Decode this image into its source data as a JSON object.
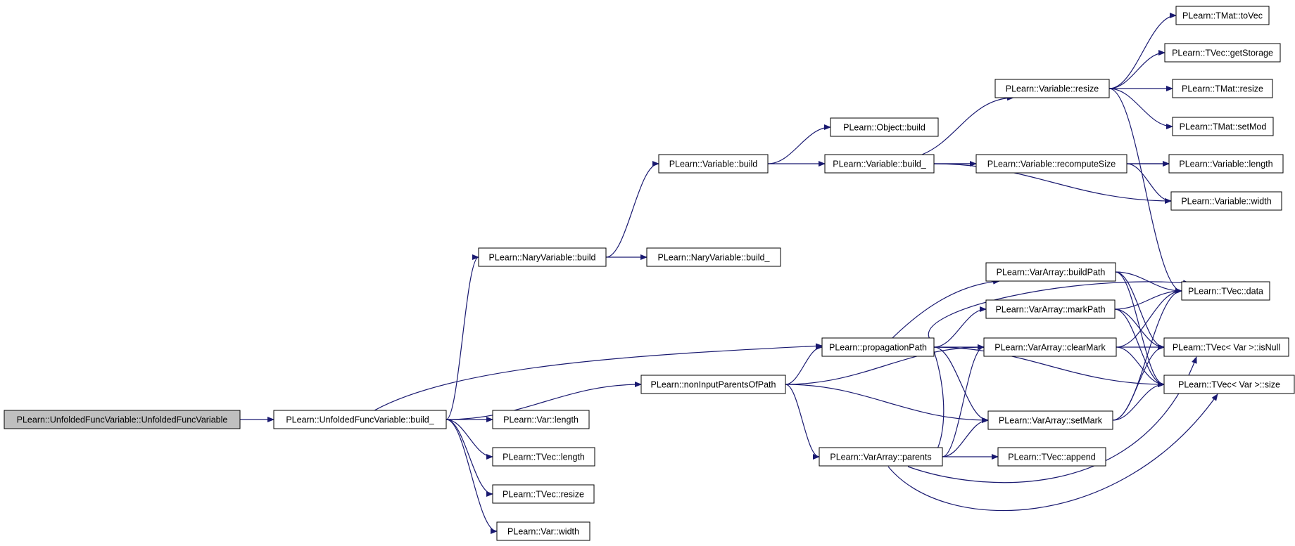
{
  "graph": {
    "nodes": [
      {
        "id": "root",
        "label": "PLearn::UnfoldedFuncVariable::UnfoldedFuncVariable",
        "root": true
      },
      {
        "id": "ufv_build_",
        "label": "PLearn::UnfoldedFuncVariable::build_"
      },
      {
        "id": "nary_build",
        "label": "PLearn::NaryVariable::build"
      },
      {
        "id": "nary_build_",
        "label": "PLearn::NaryVariable::build_"
      },
      {
        "id": "var_build",
        "label": "PLearn::Variable::build"
      },
      {
        "id": "obj_build",
        "label": "PLearn::Object::build"
      },
      {
        "id": "var_build_",
        "label": "PLearn::Variable::build_"
      },
      {
        "id": "var_resize",
        "label": "PLearn::Variable::resize"
      },
      {
        "id": "var_recompute",
        "label": "PLearn::Variable::recomputeSize"
      },
      {
        "id": "tmat_tovec",
        "label": "PLearn::TMat::toVec"
      },
      {
        "id": "tvec_getstorage",
        "label": "PLearn::TVec::getStorage"
      },
      {
        "id": "tmat_resize",
        "label": "PLearn::TMat::resize"
      },
      {
        "id": "tmat_setmod",
        "label": "PLearn::TMat::setMod"
      },
      {
        "id": "var_length",
        "label": "PLearn::Variable::length"
      },
      {
        "id": "var_width",
        "label": "PLearn::Variable::width"
      },
      {
        "id": "tvec_data",
        "label": "PLearn::TVec::data"
      },
      {
        "id": "va_buildpath",
        "label": "PLearn::VarArray::buildPath"
      },
      {
        "id": "va_markpath",
        "label": "PLearn::VarArray::markPath"
      },
      {
        "id": "va_clearmark",
        "label": "PLearn::VarArray::clearMark"
      },
      {
        "id": "va_setmark",
        "label": "PLearn::VarArray::setMark"
      },
      {
        "id": "va_parents",
        "label": "PLearn::VarArray::parents"
      },
      {
        "id": "tvec_append",
        "label": "PLearn::TVec::append"
      },
      {
        "id": "prop_path",
        "label": "PLearn::propagationPath"
      },
      {
        "id": "noninput",
        "label": "PLearn::nonInputParentsOfPath"
      },
      {
        "id": "tvecvar_isnull",
        "label": "PLearn::TVec< Var >::isNull"
      },
      {
        "id": "tvecvar_size",
        "label": "PLearn::TVec< Var >::size"
      },
      {
        "id": "v_length",
        "label": "PLearn::Var::length"
      },
      {
        "id": "tvec_length",
        "label": "PLearn::TVec::length"
      },
      {
        "id": "tvec_resize",
        "label": "PLearn::TVec::resize"
      },
      {
        "id": "v_width",
        "label": "PLearn::Var::width"
      }
    ],
    "edges": [
      {
        "from": "root",
        "to": "ufv_build_"
      },
      {
        "from": "ufv_build_",
        "to": "nary_build"
      },
      {
        "from": "ufv_build_",
        "to": "prop_path"
      },
      {
        "from": "ufv_build_",
        "to": "noninput"
      },
      {
        "from": "ufv_build_",
        "to": "v_length"
      },
      {
        "from": "ufv_build_",
        "to": "tvec_length"
      },
      {
        "from": "ufv_build_",
        "to": "tvec_resize"
      },
      {
        "from": "ufv_build_",
        "to": "v_width"
      },
      {
        "from": "nary_build",
        "to": "var_build"
      },
      {
        "from": "nary_build",
        "to": "nary_build_"
      },
      {
        "from": "var_build",
        "to": "obj_build"
      },
      {
        "from": "var_build",
        "to": "var_build_"
      },
      {
        "from": "var_build_",
        "to": "var_resize"
      },
      {
        "from": "var_build_",
        "to": "var_recompute"
      },
      {
        "from": "var_build_",
        "to": "var_length"
      },
      {
        "from": "var_build_",
        "to": "var_width"
      },
      {
        "from": "var_resize",
        "to": "tmat_tovec"
      },
      {
        "from": "var_resize",
        "to": "tvec_getstorage"
      },
      {
        "from": "var_resize",
        "to": "tmat_resize"
      },
      {
        "from": "var_resize",
        "to": "tmat_setmod"
      },
      {
        "from": "var_resize",
        "to": "tvec_data"
      },
      {
        "from": "var_recompute",
        "to": "var_length"
      },
      {
        "from": "var_recompute",
        "to": "var_width"
      },
      {
        "from": "prop_path",
        "to": "va_buildpath"
      },
      {
        "from": "prop_path",
        "to": "va_markpath"
      },
      {
        "from": "prop_path",
        "to": "va_clearmark"
      },
      {
        "from": "prop_path",
        "to": "va_setmark"
      },
      {
        "from": "prop_path",
        "to": "tvecvar_size"
      },
      {
        "from": "noninput",
        "to": "prop_path"
      },
      {
        "from": "noninput",
        "to": "va_clearmark"
      },
      {
        "from": "noninput",
        "to": "va_setmark"
      },
      {
        "from": "noninput",
        "to": "va_parents"
      },
      {
        "from": "va_buildpath",
        "to": "tvec_data"
      },
      {
        "from": "va_buildpath",
        "to": "tvecvar_isnull"
      },
      {
        "from": "va_buildpath",
        "to": "tvecvar_size"
      },
      {
        "from": "va_markpath",
        "to": "tvec_data"
      },
      {
        "from": "va_markpath",
        "to": "tvecvar_isnull"
      },
      {
        "from": "va_markpath",
        "to": "tvecvar_size"
      },
      {
        "from": "va_clearmark",
        "to": "tvec_data"
      },
      {
        "from": "va_clearmark",
        "to": "tvecvar_isnull"
      },
      {
        "from": "va_clearmark",
        "to": "tvecvar_size"
      },
      {
        "from": "va_setmark",
        "to": "tvec_data"
      },
      {
        "from": "va_setmark",
        "to": "tvecvar_isnull"
      },
      {
        "from": "va_setmark",
        "to": "tvecvar_size"
      },
      {
        "from": "va_parents",
        "to": "tvec_data"
      },
      {
        "from": "va_parents",
        "to": "va_clearmark"
      },
      {
        "from": "va_parents",
        "to": "va_setmark"
      },
      {
        "from": "va_parents",
        "to": "tvec_append"
      },
      {
        "from": "va_parents",
        "to": "tvecvar_isnull"
      },
      {
        "from": "va_parents",
        "to": "tvecvar_size"
      }
    ]
  },
  "colors": {
    "edge": "#191970",
    "node_border": "#000000",
    "node_fill": "#ffffff",
    "root_fill": "#bfbfbf"
  }
}
